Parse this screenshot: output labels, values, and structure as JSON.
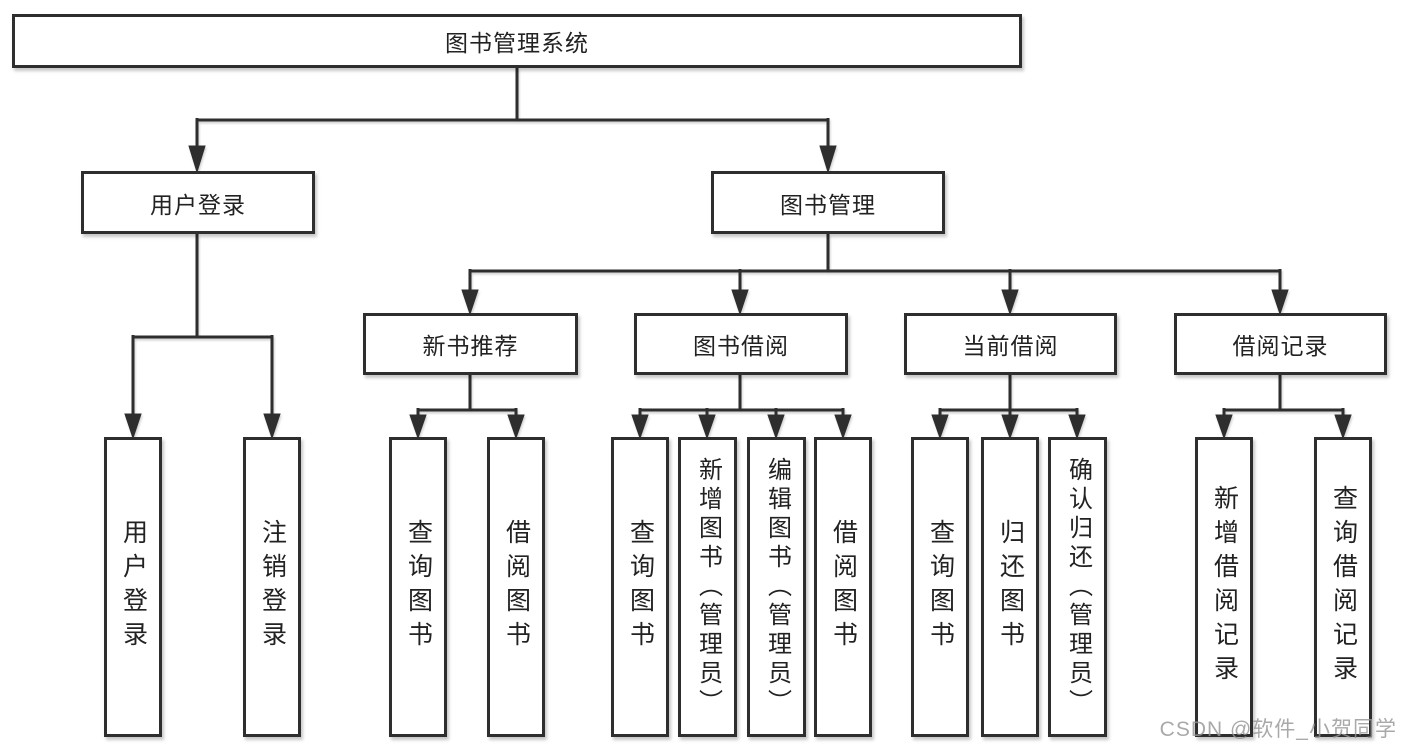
{
  "diagram": {
    "root": {
      "label": "图书管理系统"
    },
    "branches": {
      "user": {
        "label": "用户登录",
        "children": [
          {
            "label": "用户登录"
          },
          {
            "label": "注销登录"
          }
        ]
      },
      "book": {
        "label": "图书管理",
        "children": [
          {
            "label": "新书推荐",
            "children": [
              {
                "label": "查询图书"
              },
              {
                "label": "借阅图书"
              }
            ]
          },
          {
            "label": "图书借阅",
            "children": [
              {
                "label": "查询图书"
              },
              {
                "label": "新增图书（管理员）"
              },
              {
                "label": "编辑图书（管理员）"
              },
              {
                "label": "借阅图书"
              }
            ]
          },
          {
            "label": "当前借阅",
            "children": [
              {
                "label": "查询图书"
              },
              {
                "label": "归还图书"
              },
              {
                "label": "确认归还（管理员）"
              }
            ]
          },
          {
            "label": "借阅记录",
            "children": [
              {
                "label": "新增借阅记录"
              },
              {
                "label": "查询借阅记录"
              }
            ]
          }
        ]
      }
    }
  },
  "watermark": {
    "text": "CSDN @软件_小贺同学"
  },
  "colors": {
    "line": "#2e2e2e",
    "text": "#222222",
    "background": "#ffffff",
    "watermark": "#969696"
  }
}
